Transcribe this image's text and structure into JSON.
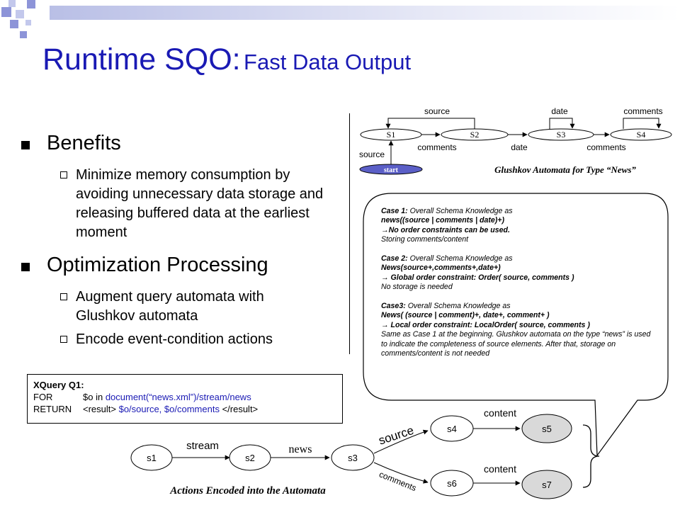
{
  "title": {
    "main": "Runtime SQO:",
    "sub": "Fast Data Output"
  },
  "bullets": [
    {
      "label": "Benefits",
      "subitems": [
        "Minimize memory consumption by avoiding unnecessary data storage and releasing buffered data at the earliest moment"
      ]
    },
    {
      "label": "Optimization Processing",
      "subitems": [
        "Augment query automata with Glushkov automata",
        "Encode event-condition actions"
      ]
    }
  ],
  "glushkov": {
    "caption": "Glushkov Automata for Type “News”",
    "states": [
      "S1",
      "S2",
      "S3",
      "S4"
    ],
    "start_label": "start",
    "edges": {
      "start_s1": "source",
      "s1_s2": "comments",
      "s2_s1": "source",
      "s2_s3": "date",
      "s3_self": "date",
      "s3_s4": "comments",
      "s4_self": "comments"
    }
  },
  "callout": {
    "case1": {
      "head": "Case 1:",
      "head_rest": " Overall Schema Knowledge as",
      "schema": "news((source | comments | date)+)",
      "result": "→No order constraints can be used.",
      "note": "Storing comments/content"
    },
    "case2": {
      "head": "Case 2:",
      "head_rest": " Overall Schema Knowledge as",
      "schema": "News(source+,comments+,date+)",
      "result": "→ Global order constraint: Order( source, comments )",
      "note": "No storage is needed"
    },
    "case3": {
      "head": "Case3:",
      "head_rest": " Overall Schema Knowledge as",
      "schema": "News( (source | comment)+, date+, comment+ )",
      "result": "→ Local order constraint: LocalOrder( source, comments )",
      "note": "Same as Case 1 at the beginning. Glushkov automata on the type “news” is used to indicate the completeness of source elements. After that, storage on comments/content is not needed"
    }
  },
  "xquery": {
    "title": "XQuery Q1:",
    "for_kw": "FOR",
    "for_var": "$o in ",
    "for_expr": "document(“news.xml”)/stream/news",
    "return_kw": "RETURN",
    "return_open": "<result>",
    "return_expr": " $o/source, $o/comments ",
    "return_close": "</result>"
  },
  "query_automaton": {
    "caption": "Actions Encoded into the Automata",
    "states": [
      "s1",
      "s2",
      "s3",
      "s4",
      "s5",
      "s6",
      "s7"
    ],
    "edges": {
      "s1_s2": "stream",
      "s2_s3": "news",
      "s3_s4": "source",
      "s3_s6": "comments",
      "s4_s5": "content",
      "s6_s7": "content"
    }
  },
  "colors": {
    "title": "#1a1ab4",
    "state_fill": "#d9d9d9",
    "start_fill": "#5b5fc7",
    "topbar": "#b9bfe6"
  }
}
